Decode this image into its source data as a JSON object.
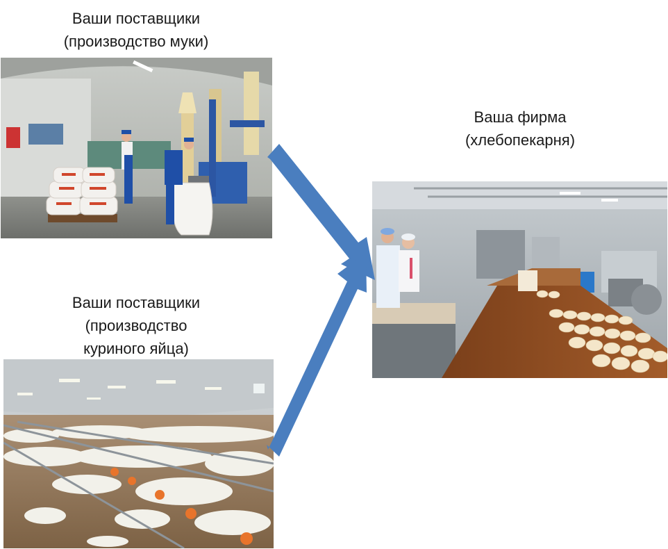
{
  "suppliers": [
    {
      "caption_lines": [
        "Ваши поставщики",
        "(производство муки)"
      ]
    },
    {
      "caption_lines": [
        "Ваши поставщики",
        "(производство",
        "куриного яйца)"
      ]
    }
  ],
  "firm": {
    "caption_lines": [
      "Ваша фирма",
      "(хлебопекарня)"
    ]
  },
  "colors": {
    "arrow": "#4a7ebf"
  }
}
